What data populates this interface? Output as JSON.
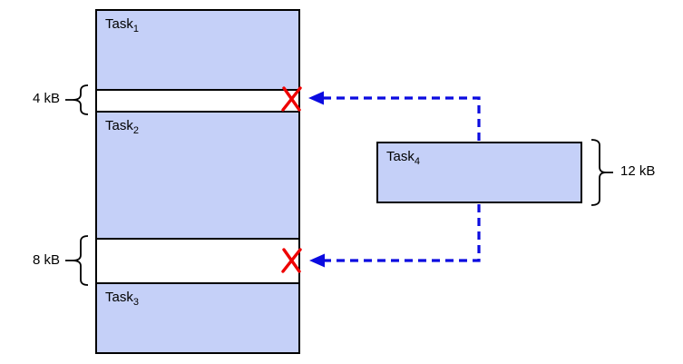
{
  "colors": {
    "task_fill": "#c5d0f8",
    "border": "#000000",
    "arrow": "#0b0be0",
    "x_mark": "#ee0000"
  },
  "memory": {
    "tasks": [
      {
        "name": "Task",
        "sub": "1"
      },
      {
        "name": "Task",
        "sub": "2"
      },
      {
        "name": "Task",
        "sub": "3"
      }
    ],
    "gaps": [
      {
        "size_label": "4 kB"
      },
      {
        "size_label": "8 kB"
      }
    ]
  },
  "incoming_task": {
    "name": "Task",
    "sub": "4",
    "size_label": "12 kB"
  }
}
